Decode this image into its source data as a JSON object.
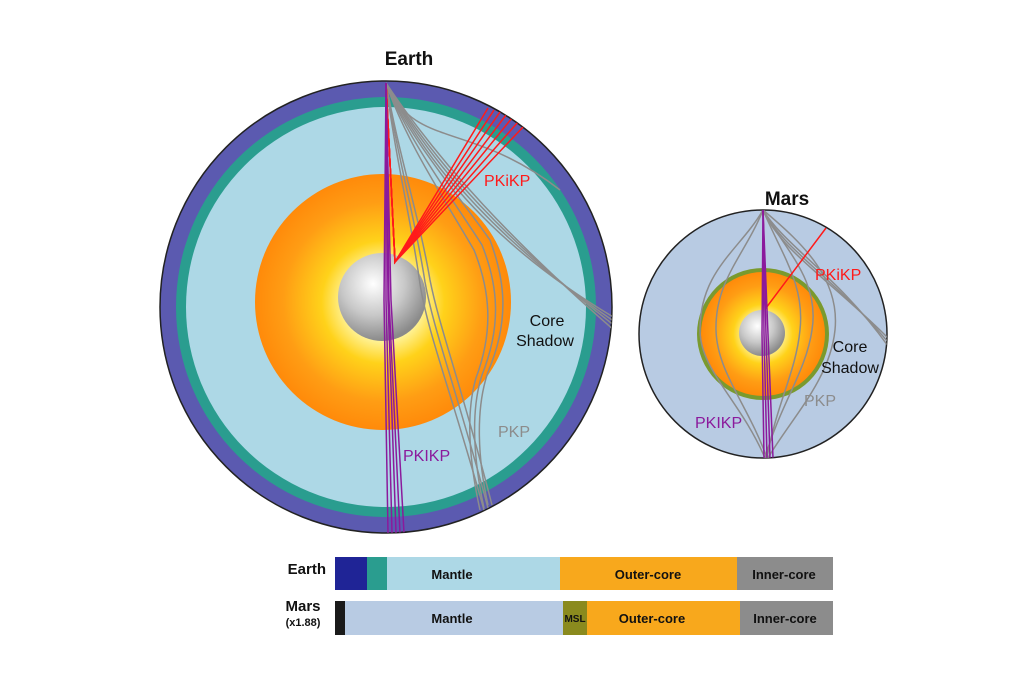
{
  "earth": {
    "title": "Earth",
    "labels": {
      "pkikp_red": "PKiKP",
      "pkikp_purple": "PKIKP",
      "pkp": "PKP",
      "core": "Core",
      "shadow": "Shadow"
    }
  },
  "mars": {
    "title": "Mars",
    "labels": {
      "pkikp_red": "PKiKP",
      "pkikp_purple": "PKIKP",
      "pkp": "PKP",
      "core": "Core",
      "shadow": "Shadow"
    }
  },
  "bars": {
    "earth": {
      "label": "Earth",
      "segments": [
        {
          "name": "crust",
          "label": "",
          "color": "#1f2496"
        },
        {
          "name": "transition",
          "label": "",
          "color": "#2a9d8f"
        },
        {
          "name": "mantle",
          "label": "Mantle",
          "color": "#add8e6"
        },
        {
          "name": "outer-core",
          "label": "Outer-core",
          "color": "#f8a81c"
        },
        {
          "name": "inner-core",
          "label": "Inner-core",
          "color": "#8c8c8c"
        }
      ]
    },
    "mars": {
      "label": "Mars",
      "sublabel": "(x1.88)",
      "segments": [
        {
          "name": "crust",
          "label": "",
          "color": "#1a1a1a"
        },
        {
          "name": "mantle",
          "label": "Mantle",
          "color": "#b8cbe3"
        },
        {
          "name": "msl",
          "label": "MSL",
          "color": "#8a8a1e"
        },
        {
          "name": "outer-core",
          "label": "Outer-core",
          "color": "#f8a81c"
        },
        {
          "name": "inner-core",
          "label": "Inner-core",
          "color": "#8c8c8c"
        }
      ]
    }
  },
  "colors": {
    "pkikp_red": "#ff1a1a",
    "pkikp_purple": "#8b1a9c",
    "pkp_gray": "#8c8c8c",
    "earth_crust": "#5b5ab0",
    "earth_tz": "#2a9d8f",
    "earth_mantle": "#add8e6",
    "mars_mantle": "#b8cbe3",
    "mars_msl": "#7a9a2e"
  }
}
